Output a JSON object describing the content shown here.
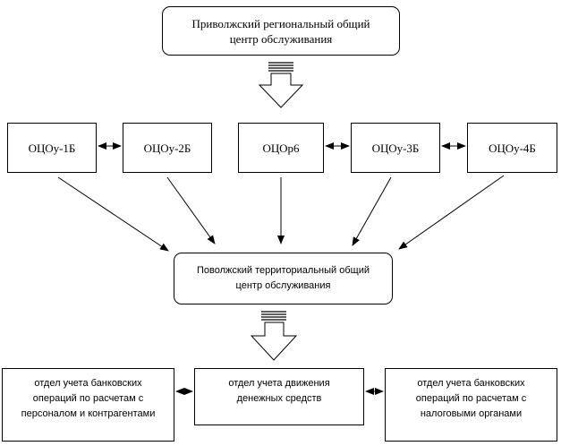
{
  "top_box": {
    "line1": "Приволжский региональный общий",
    "line2": "центр обслуживания"
  },
  "row_boxes": [
    {
      "label": "ОЦОу-1Б"
    },
    {
      "label": "ОЦОу-2Б"
    },
    {
      "label": "ОЦОр6"
    },
    {
      "label": "ОЦОу-3Б"
    },
    {
      "label": "ОЦОу-4Б"
    }
  ],
  "middle_box": {
    "line1": "Поволжский территориальный общий",
    "line2": "центр обслуживания"
  },
  "bottom_boxes": [
    {
      "line1": "отдел учета банковских",
      "line2": "операций по расчетам с",
      "line3": "персоналом и контрагентами"
    },
    {
      "line1": "отдел учета движения",
      "line2": "денежных средств"
    },
    {
      "line1": "отдел учета банковских",
      "line2": "операций по расчетам с",
      "line3": "налоговыми органами"
    }
  ]
}
